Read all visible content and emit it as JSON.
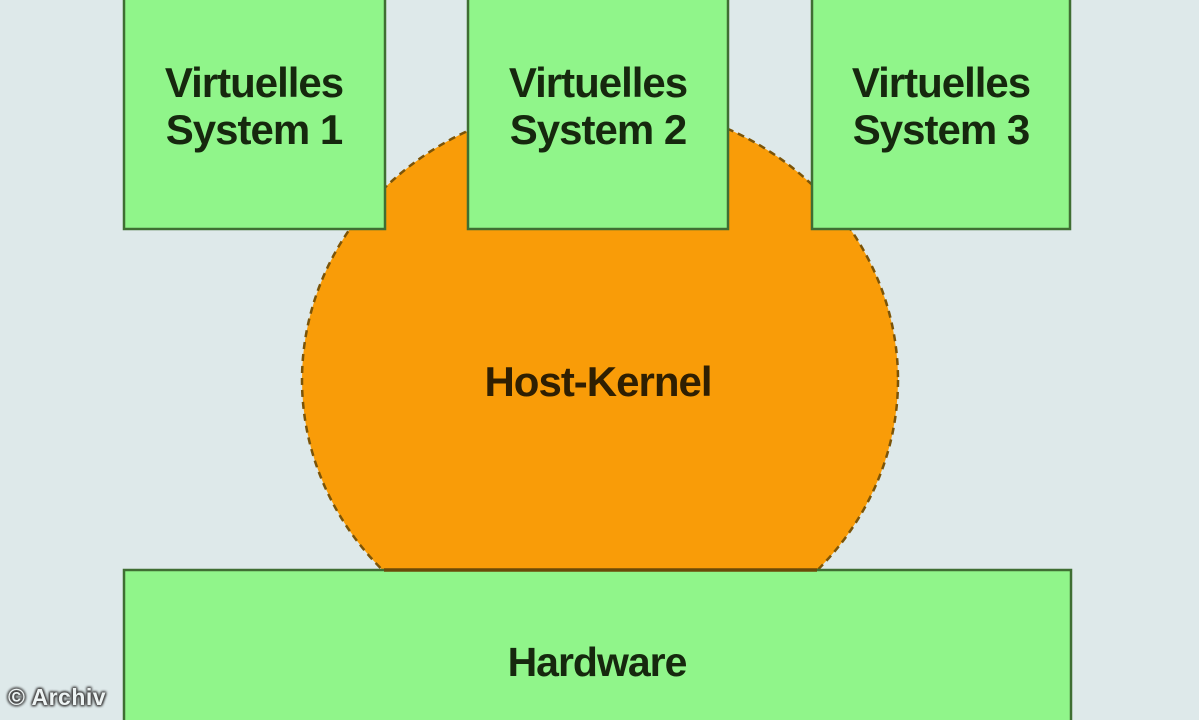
{
  "colors": {
    "background": "#dee9ea",
    "box_fill": "#90f58a",
    "box_border": "#3f6e33",
    "kernel_fill": "#f99c08",
    "kernel_border": "#7b5408",
    "contact_line": "#6b4a08",
    "box_text": "#16280e",
    "kernel_text": "#2f1f02",
    "watermark_text": "#eef4f4"
  },
  "virtual_systems": [
    {
      "name": "Virtuelles System 1",
      "line1": "Virtuelles",
      "line2": "System 1"
    },
    {
      "name": "Virtuelles System 2",
      "line1": "Virtuelles",
      "line2": "System 2"
    },
    {
      "name": "Virtuelles System 3",
      "line1": "Virtuelles",
      "line2": "System 3"
    }
  ],
  "host_kernel": {
    "label": "Host-Kernel"
  },
  "hardware": {
    "label": "Hardware"
  },
  "watermark": "© Archiv"
}
